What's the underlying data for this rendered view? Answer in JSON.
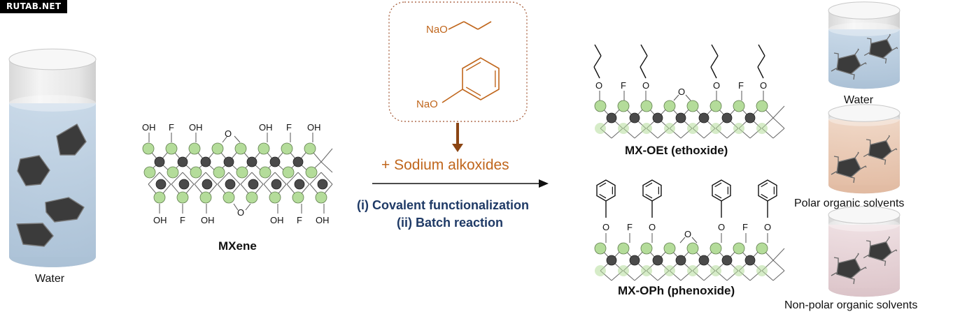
{
  "watermark": "RUTAB.NET",
  "water_beaker_label": "Water",
  "mxene": {
    "name": "MXene",
    "top_groups": [
      "OH",
      "F",
      "OH",
      "O",
      "OH",
      "F",
      "OH"
    ],
    "bottom_groups": [
      "OH",
      "F",
      "OH",
      "O",
      "OH",
      "F",
      "OH"
    ]
  },
  "reagents": {
    "ethoxide_formula": "NaO",
    "phenoxide_formula": "NaO"
  },
  "reaction": {
    "reagent_label": "+ Sodium alkoxides",
    "condition_1": "(i) Covalent functionalization",
    "condition_2": "(ii) Batch reaction"
  },
  "products": {
    "ethoxide": {
      "name": "MX-OEt (ethoxide)",
      "groups": [
        "O",
        "F",
        "O",
        "O",
        "O",
        "F",
        "O"
      ]
    },
    "phenoxide": {
      "name": "MX-OPh (phenoxide)",
      "groups": [
        "O",
        "F",
        "O",
        "O",
        "O",
        "F",
        "O"
      ]
    }
  },
  "dispersion_labels": [
    "Water",
    "Polar organic solvents",
    "Non-polar organic solvents"
  ],
  "colors": {
    "green_atom": "#b4dc9a",
    "dark_atom": "#4a4a4a",
    "reagent_orange": "#c0661c",
    "arrow_brown": "#8b4513",
    "condition_navy": "#1f3a66",
    "water": "#b8cde0",
    "polar_solvent": "#eac9b4",
    "nonpolar_solvent": "#e8d2d6",
    "flake": "#3b3b3b"
  }
}
